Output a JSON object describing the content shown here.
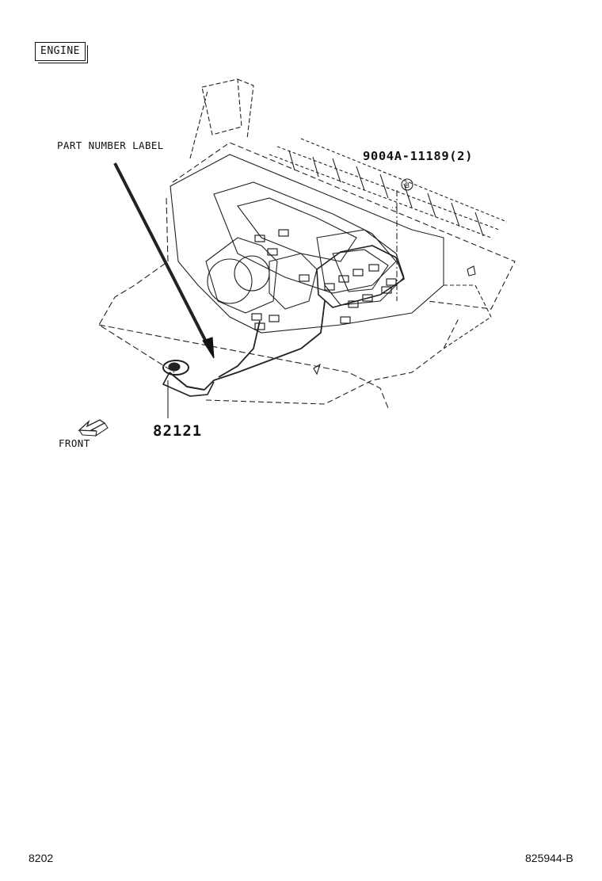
{
  "header": {
    "section_label": "ENGINE"
  },
  "callouts": {
    "part_number_label": "PART NUMBER LABEL",
    "bolt_part": "9004A-11189(2)",
    "bolt_ref_letter": "B",
    "sensor_part": "82121"
  },
  "orientation": {
    "front_label": "FRONT"
  },
  "footer": {
    "page_number": "8202",
    "figure_number": "825944-B"
  }
}
